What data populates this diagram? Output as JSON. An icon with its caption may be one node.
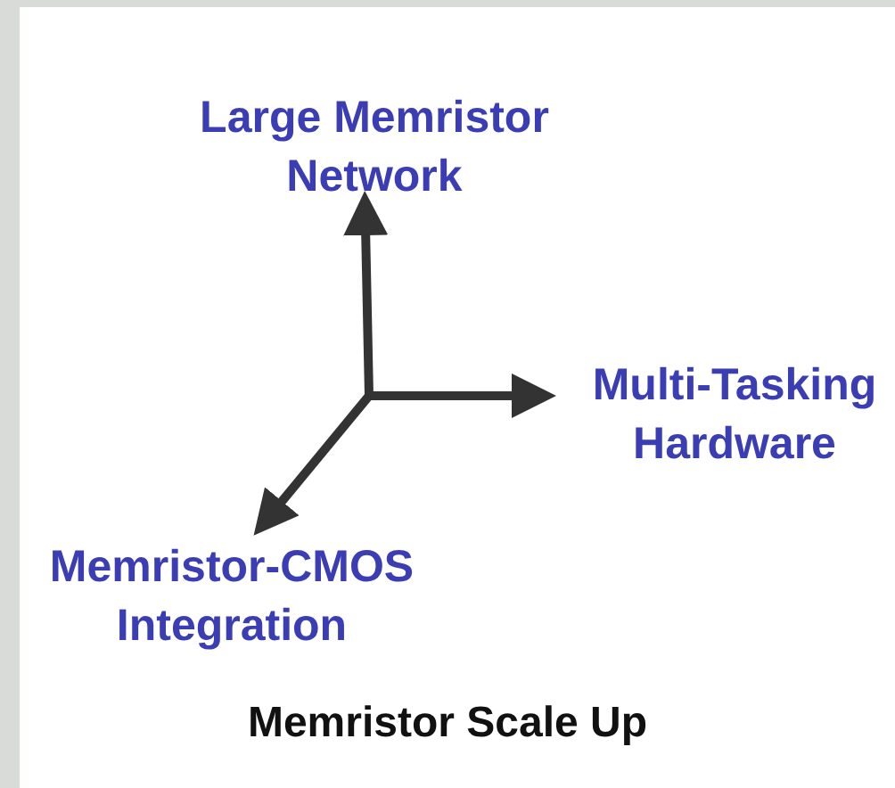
{
  "diagram": {
    "caption": "Memristor Scale Up",
    "nodes": [
      {
        "text": [
          "Large Memristor Network"
        ]
      },
      {
        "text": [
          "Multi-Tasking Hardware"
        ]
      },
      {
        "text": [
          "Memristor-CMOS Integration"
        ]
      }
    ],
    "edges": [
      {
        "from": null,
        "to": 0,
        "arrow": "to"
      },
      {
        "from": null,
        "to": 1,
        "arrow": "to"
      },
      {
        "from": null,
        "to": 2,
        "arrow": "to"
      }
    ]
  }
}
